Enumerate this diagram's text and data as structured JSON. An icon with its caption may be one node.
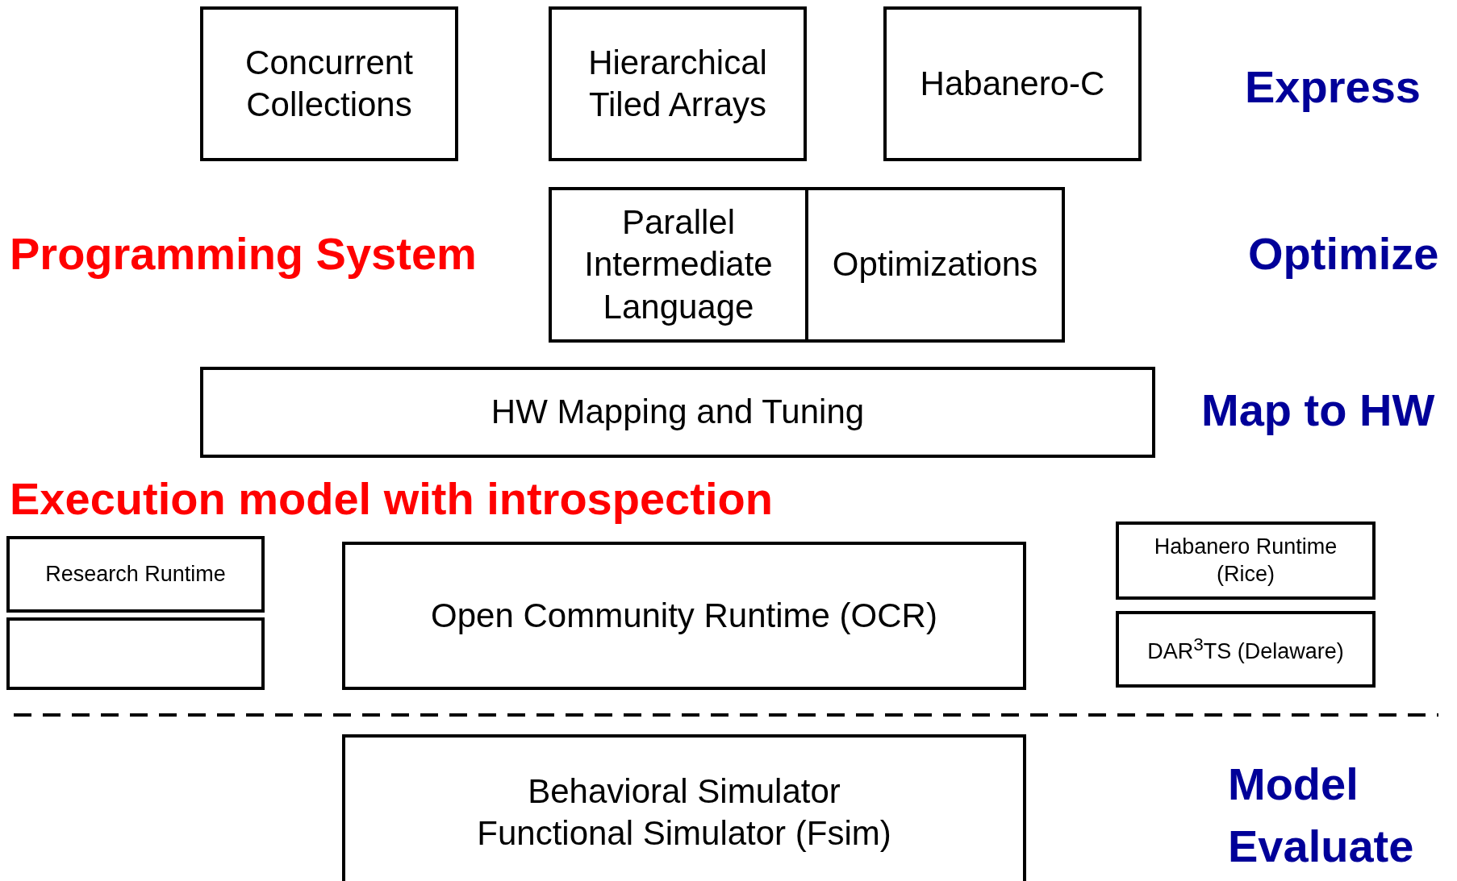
{
  "diagram": {
    "nodes": [
      {
        "text": [
          "Concurrent Collections"
        ]
      },
      {
        "text": [
          "Hierarchical Tiled Arrays"
        ]
      },
      {
        "text": [
          "Habanero-C"
        ]
      },
      {
        "text": [
          "Parallel Intermediate Language"
        ]
      },
      {
        "text": [
          "Optimizations"
        ]
      },
      {
        "text": [
          "HW Mapping and Tuning"
        ]
      },
      {
        "text": [
          "Research Runtime"
        ]
      },
      {
        "text": [],
        "shape": "box"
      },
      {
        "text": [
          "Open Community Runtime (OCR)"
        ]
      },
      {
        "text": [
          "Habanero Runtime (Rice)"
        ]
      },
      {
        "text": [
          "DAR$^{3}$TS (Delaware)"
        ]
      },
      {
        "text": [
          "Behavioral Simulator",
          "Functional Simulator (Fsim)"
        ]
      }
    ],
    "edges": [],
    "labels": [
      "Express",
      "Programming System",
      "Optimize",
      "Map to HW",
      "Execution model with introspection",
      "Model",
      "Evaluate"
    ]
  }
}
